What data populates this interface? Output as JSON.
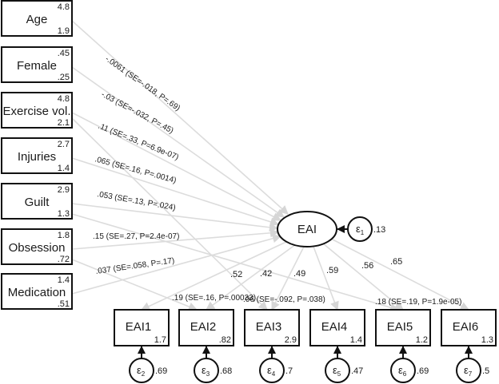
{
  "diagram": {
    "type": "structural-equation-model",
    "predictors": [
      {
        "name": "Age",
        "mean": "4.8",
        "variance": "1.9"
      },
      {
        "name": "Female",
        "mean": ".45",
        "variance": ".25"
      },
      {
        "name": "Exercise vol.",
        "mean": "4.8",
        "variance": "2.1"
      },
      {
        "name": "Injuries",
        "mean": "2.7",
        "variance": "1.4"
      },
      {
        "name": "Guilt",
        "mean": "2.9",
        "variance": "1.3"
      },
      {
        "name": "Obsession",
        "mean": "1.8",
        "variance": ".72"
      },
      {
        "name": "Medication",
        "mean": "1.4",
        "variance": ".51"
      }
    ],
    "latent": {
      "name": "EAI",
      "error_label": "ε",
      "error_index": "1",
      "error_variance": ".13"
    },
    "regression_paths": [
      {
        "from": "Age",
        "to": "EAI",
        "label": "-.0061 (SE=-.018, P=.69)"
      },
      {
        "from": "Female",
        "to": "EAI",
        "label": "-.03 (SE=-.032, P=.45)"
      },
      {
        "from": "Exercise vol.",
        "to": "EAI",
        "label": ".11 (SE=.33, P=6.9e-07)"
      },
      {
        "from": "Injuries",
        "to": "EAI",
        "label": ".065 (SE=.16, P=.0014)"
      },
      {
        "from": "Guilt",
        "to": "EAI",
        "label": ".053 (SE=.13, P=.024)"
      },
      {
        "from": "Obsession",
        "to": "EAI",
        "label": ".15 (SE=.27, P=2.4e-07)"
      },
      {
        "from": "Medication",
        "to": "EAI",
        "label": ".037 (SE=.058, P=.17)"
      }
    ],
    "direct_paths": [
      {
        "from": "Obsession",
        "to": "EAI2",
        "label": ".19 (SE=.16, P=.00033)"
      },
      {
        "from": "Exercise vol.",
        "to": "EAI3",
        "label": ".06 (SE=-.092, P=.038)"
      },
      {
        "from": "Guilt",
        "to": "EAI5",
        "label": ".18 (SE=.19, P=1.9e-05)"
      }
    ],
    "indicators": [
      {
        "name": "EAI1",
        "intercept": "1.7",
        "loading": ".52",
        "error_index": "2",
        "error_variance": ".69"
      },
      {
        "name": "EAI2",
        "intercept": ".82",
        "loading": ".42",
        "error_index": "3",
        "error_variance": ".68"
      },
      {
        "name": "EAI3",
        "intercept": "2.9",
        "loading": ".49",
        "error_index": "4",
        "error_variance": ".7"
      },
      {
        "name": "EAI4",
        "intercept": "1.4",
        "loading": ".59",
        "error_index": "5",
        "error_variance": ".47"
      },
      {
        "name": "EAI5",
        "intercept": "1.2",
        "loading": ".56",
        "error_index": "6",
        "error_variance": ".69"
      },
      {
        "name": "EAI6",
        "intercept": "1.3",
        "loading": ".65",
        "error_index": "7",
        "error_variance": ".5"
      }
    ],
    "colors": {
      "path": "#dcdcdc",
      "node_stroke": "#111111",
      "text": "#1a1a1a"
    }
  }
}
